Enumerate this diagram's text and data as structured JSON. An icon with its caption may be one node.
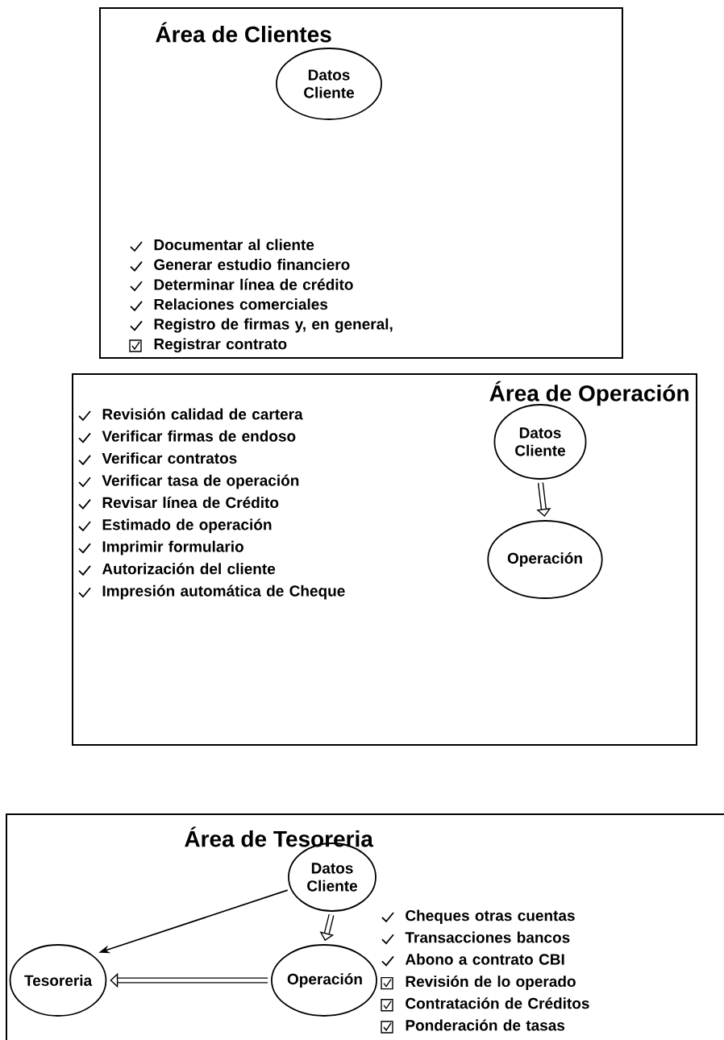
{
  "diagram": {
    "nodes": [
      {
        "text": [
          "Área de Clientes",
          "Documentar al cliente",
          "Generar estudio financiero",
          "Determinar línea de crédito",
          "Relaciones comerciales",
          "Registro de firmas y, en general,",
          "Registrar contrato"
        ]
      },
      {
        "text": [
          "Datos Cliente"
        ],
        "in": 0
      },
      {
        "text": [
          "Área de Operación",
          "Revisión calidad de cartera",
          "Verificar firmas de endoso",
          "Verificar contratos",
          "Verificar tasa de operación",
          "Revisar línea de Crédito",
          "Estimado de operación",
          "Imprimir formulario",
          "Autorización del cliente",
          "Impresión automática de Cheque"
        ]
      },
      {
        "text": [
          "Datos Cliente"
        ],
        "in": 2
      },
      {
        "text": [
          "Operación"
        ],
        "in": 2
      },
      {
        "text": [
          "Área de Tesoreria",
          "Cheques otras cuentas",
          "Transacciones bancos",
          "Abono a contrato CBI",
          "Revisión de lo operado",
          "Contratación de Créditos",
          "Ponderación de tasas"
        ]
      },
      {
        "text": [
          "Datos Cliente"
        ],
        "in": 5
      },
      {
        "text": [
          "Tesoreria"
        ],
        "in": 5
      },
      {
        "text": [
          "Operación"
        ],
        "in": 5
      }
    ],
    "edges": [
      {
        "from": 3,
        "to": 4,
        "arrow": "to"
      },
      {
        "from": 6,
        "to": 8,
        "arrow": "to"
      },
      {
        "from": 6,
        "to": 7,
        "arrow": "to"
      },
      {
        "from": 8,
        "to": 7,
        "arrow": "to"
      }
    ]
  }
}
